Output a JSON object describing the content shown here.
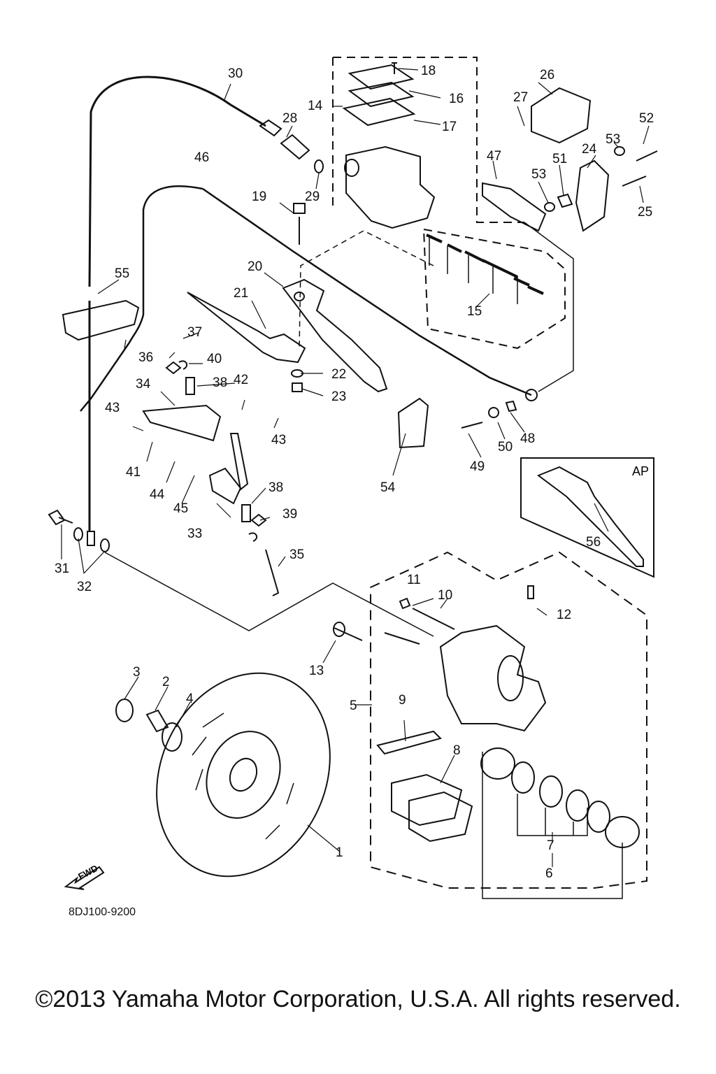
{
  "diagram": {
    "drawing_code": "8DJ100-9200",
    "fwd_label": "FWD",
    "ap_label": "AP",
    "copyright": "©2013 Yamaha Motor Corporation, U.S.A. All rights reserved.",
    "callouts": [
      "1",
      "2",
      "3",
      "4",
      "5",
      "6",
      "7",
      "8",
      "9",
      "10",
      "11",
      "12",
      "13",
      "14",
      "15",
      "16",
      "17",
      "18",
      "19",
      "20",
      "21",
      "22",
      "23",
      "24",
      "25",
      "26",
      "27",
      "28",
      "29",
      "30",
      "31",
      "32",
      "33",
      "34",
      "35",
      "36",
      "37",
      "38",
      "39",
      "40",
      "41",
      "42",
      "43",
      "44",
      "45",
      "46",
      "47",
      "48",
      "49",
      "50",
      "51",
      "52",
      "53",
      "54",
      "55",
      "56"
    ]
  }
}
